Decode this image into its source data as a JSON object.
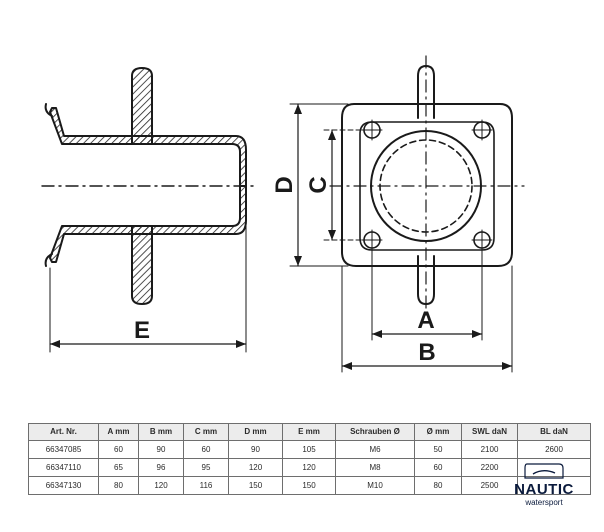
{
  "drawing": {
    "labels": {
      "E": "E",
      "D": "D",
      "C": "C",
      "A": "A",
      "B": "B"
    }
  },
  "table": {
    "headers": [
      "Art. Nr.",
      "A mm",
      "B mm",
      "C mm",
      "D mm",
      "E mm",
      "Schrauben Ø",
      "Ø mm",
      "SWL daN",
      "BL daN"
    ],
    "rows": [
      [
        "66347085",
        "60",
        "90",
        "60",
        "90",
        "105",
        "M6",
        "50",
        "2100",
        "2600"
      ],
      [
        "66347110",
        "65",
        "96",
        "95",
        "120",
        "120",
        "M8",
        "60",
        "2200",
        ""
      ],
      [
        "66347130",
        "80",
        "120",
        "116",
        "150",
        "150",
        "M10",
        "80",
        "2500",
        ""
      ]
    ]
  },
  "brand": {
    "name": "NAUTIC",
    "tagline": "watersport",
    "icon": "boat-icon",
    "color": "#0a1a3c"
  }
}
